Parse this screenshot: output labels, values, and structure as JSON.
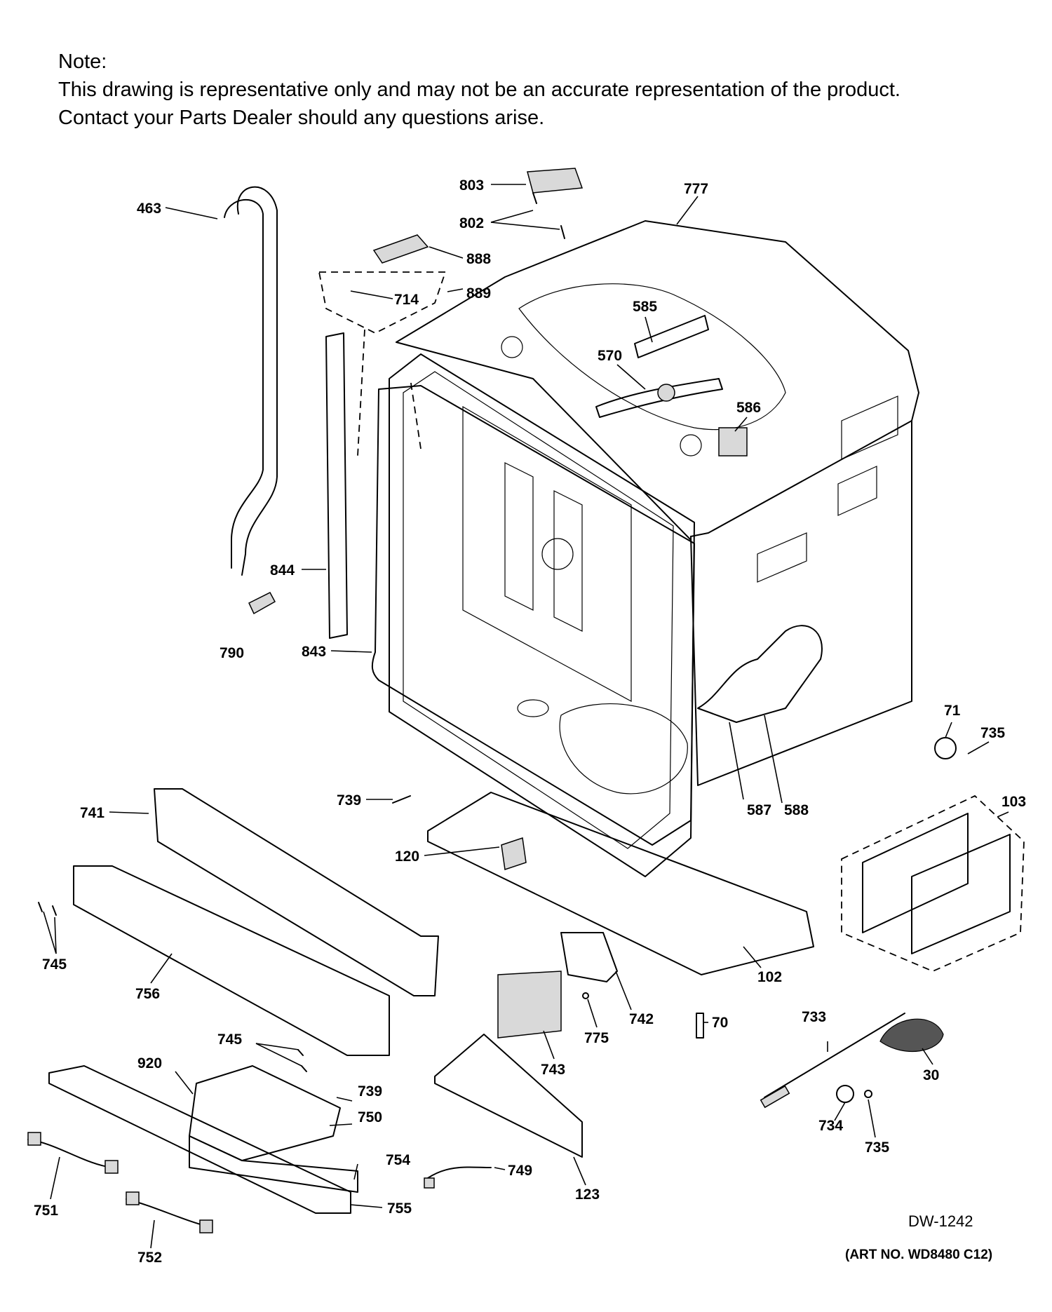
{
  "note": {
    "title": "Note:",
    "line1": "This drawing is representative only and may not be an accurate representation of the product.",
    "line2": "Contact your Parts Dealer should any questions arise."
  },
  "drawing_id": "DW-1242",
  "art_no": "(ART NO. WD8480 C12)",
  "callouts": {
    "c463": "463",
    "c803": "803",
    "c777": "777",
    "c802": "802",
    "c888": "888",
    "c714": "714",
    "c889": "889",
    "c585": "585",
    "c570": "570",
    "c586": "586",
    "c844": "844",
    "c790": "790",
    "c843": "843",
    "c71": "71",
    "c735a": "735",
    "c103": "103",
    "c741": "741",
    "c739a": "739",
    "c587": "587",
    "c588": "588",
    "c120": "120",
    "c745a": "745",
    "c756": "756",
    "c102": "102",
    "c742": "742",
    "c70": "70",
    "c775": "775",
    "c733": "733",
    "c745b": "745",
    "c920": "920",
    "c743": "743",
    "c30": "30",
    "c739b": "739",
    "c750": "750",
    "c734": "734",
    "c735b": "735",
    "c754": "754",
    "c749": "749",
    "c751": "751",
    "c123": "123",
    "c755": "755",
    "c752": "752"
  }
}
